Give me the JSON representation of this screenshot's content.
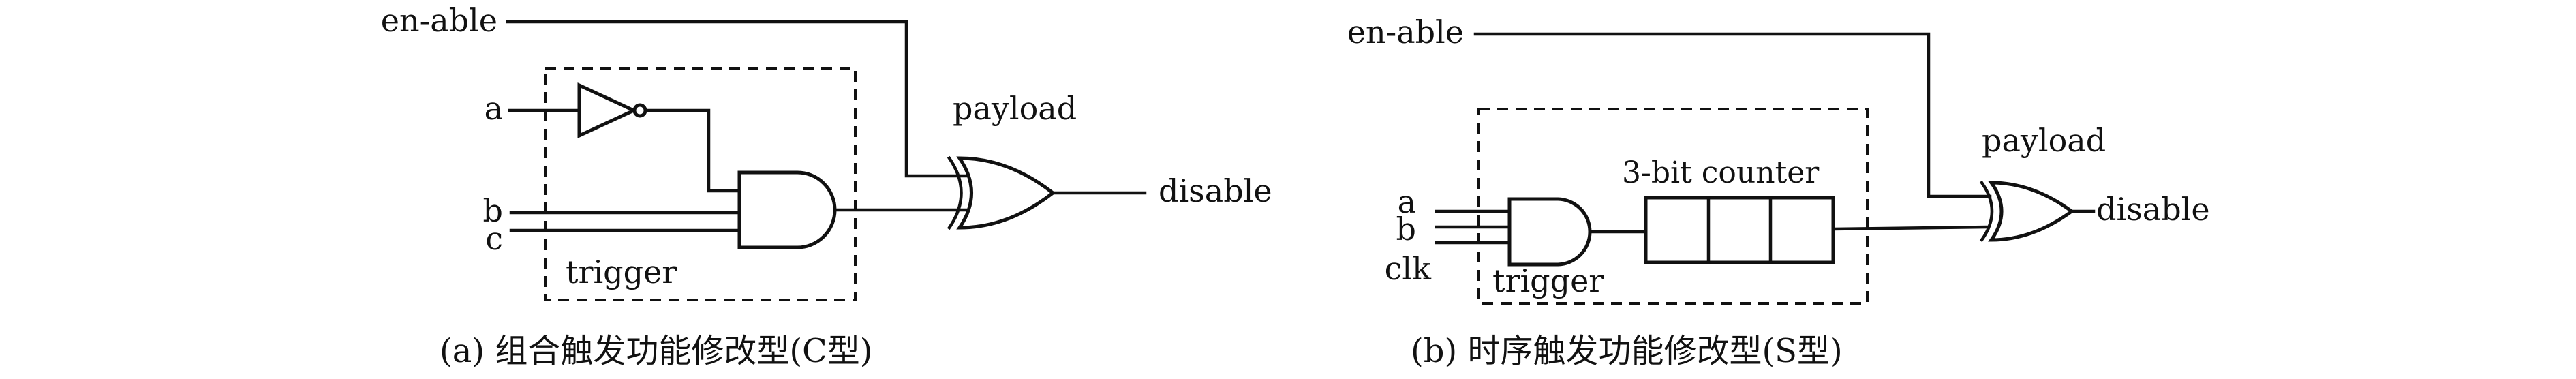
{
  "panel_a": {
    "caption": "(a) 组合触发功能修改型(C型)",
    "enable_label": "en-able",
    "input_a": "a",
    "input_b": "b",
    "input_c": "c",
    "trigger_label": "trigger",
    "payload_label": "payload",
    "output_label": "disable"
  },
  "panel_b": {
    "caption": "(b) 时序触发功能修改型(S型)",
    "enable_label": "en-able",
    "input_a": "a",
    "input_b": "b",
    "input_clk": "clk",
    "counter_label": "3-bit counter",
    "trigger_label": "trigger",
    "payload_label": "payload",
    "output_label": "disable"
  }
}
